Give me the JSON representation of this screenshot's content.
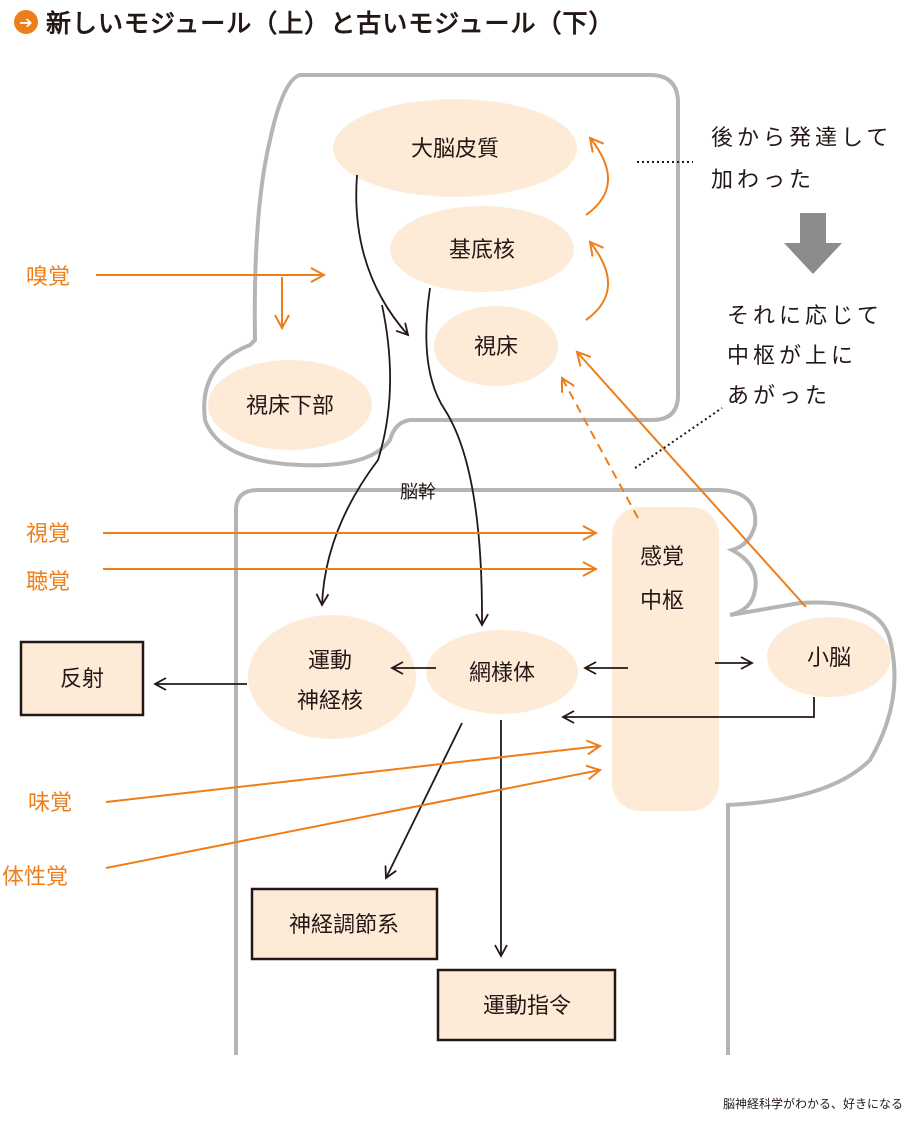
{
  "title": {
    "icon": "arrow-right-circle-icon",
    "text": "新しいモジュール（上）と古いモジュール（下）"
  },
  "colors": {
    "accent": "#ee7e1a",
    "node_fill": "#fdebd8",
    "outline": "#b5b5b5",
    "ink": "#231815",
    "note_arrow": "#8c8c8c"
  },
  "nodes": {
    "cortex": "大脳皮質",
    "basal_ganglia": "基底核",
    "thalamus": "視床",
    "hypothalamus": "視床下部",
    "brainstem": "脳幹",
    "sensory_center_1": "感覚",
    "sensory_center_2": "中枢",
    "cerebellum": "小脳",
    "reticular": "網様体",
    "motor_nucleus_1": "運動",
    "motor_nucleus_2": "神経核",
    "reflex": "反射",
    "autonomic": "神経調節系",
    "motor_command": "運動指令"
  },
  "inputs": {
    "smell": "嗅覚",
    "vision": "視覚",
    "hearing": "聴覚",
    "taste": "味覚",
    "somatic": "体性覚"
  },
  "notes": {
    "note1_line1": "後から発達して",
    "note1_line2": "加わった",
    "note2_line1": "それに応じて",
    "note2_line2": "中枢が上に",
    "note2_line3": "あがった"
  },
  "credit": "脳神経科学がわかる、好きになる"
}
